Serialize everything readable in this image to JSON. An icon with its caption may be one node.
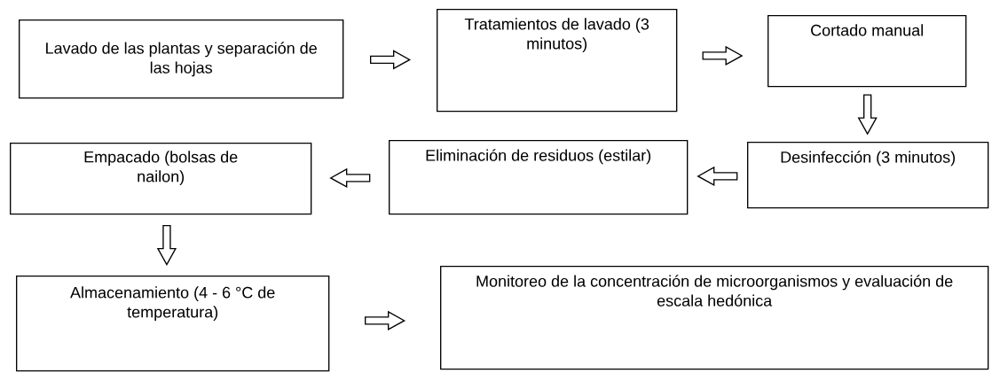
{
  "diagram": {
    "nodes": [
      {
        "text": [
          "Lavado de las plantas y separación de las hojas"
        ]
      },
      {
        "text": [
          "Tratamientos de lavado (3 minutos)"
        ]
      },
      {
        "text": [
          "Cortado manual"
        ]
      },
      {
        "text": [
          "Desinfección (3 minutos)"
        ]
      },
      {
        "text": [
          "Eliminación de residuos (estilar)"
        ]
      },
      {
        "text": [
          "Empacado (bolsas de nailon)"
        ]
      },
      {
        "text": [
          "Almacenamiento (4 - 6 °C de temperatura)"
        ]
      },
      {
        "text": [
          "Monitoreo de la concentración de microorganismos y evaluación de escala hedónica"
        ]
      }
    ],
    "edges": [
      {
        "from": 0,
        "to": 1,
        "arrow": "to"
      },
      {
        "from": 1,
        "to": 2,
        "arrow": "to"
      },
      {
        "from": 2,
        "to": 3,
        "arrow": "to"
      },
      {
        "from": 3,
        "to": 4,
        "arrow": "to"
      },
      {
        "from": 4,
        "to": 5,
        "arrow": "to"
      },
      {
        "from": 5,
        "to": 6,
        "arrow": "to"
      },
      {
        "from": 6,
        "to": 7,
        "arrow": "to"
      }
    ]
  }
}
